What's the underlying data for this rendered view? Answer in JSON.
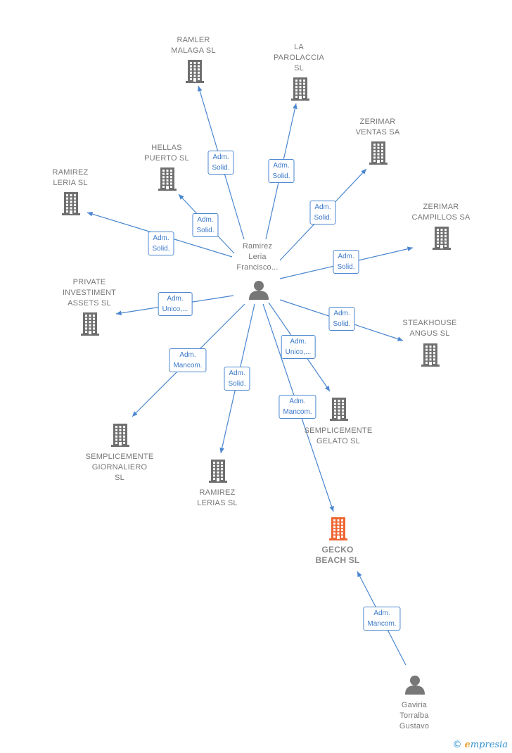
{
  "colors": {
    "edge": "#4a86d0",
    "building": "#6f6f6f",
    "building_highlight": "#ee6633",
    "person": "#777777"
  },
  "nodes": [
    {
      "id": "ramler",
      "type": "company",
      "lines": [
        "RAMLER",
        "MALAGA  SL"
      ]
    },
    {
      "id": "laparolaccia",
      "type": "company",
      "lines": [
        "LA",
        "PAROLACCIA",
        "SL"
      ]
    },
    {
      "id": "zerimar_ventas",
      "type": "company",
      "lines": [
        "ZERIMAR",
        "VENTAS SA"
      ]
    },
    {
      "id": "hellas",
      "type": "company",
      "lines": [
        "HELLAS",
        "PUERTO SL"
      ]
    },
    {
      "id": "ramirez_leria",
      "type": "company",
      "lines": [
        "RAMIREZ",
        "LERIA  SL"
      ]
    },
    {
      "id": "zerimar_campillos",
      "type": "company",
      "lines": [
        "ZERIMAR",
        "CAMPILLOS SA"
      ]
    },
    {
      "id": "private_inv",
      "type": "company",
      "lines": [
        "PRIVATE",
        "INVESTIMENT",
        "ASSETS  SL"
      ]
    },
    {
      "id": "steakhouse",
      "type": "company",
      "lines": [
        "STEAKHOUSE",
        "ANGUS  SL"
      ]
    },
    {
      "id": "sempl_gelato",
      "type": "company",
      "lines": [
        "SEMPLICEMENTE",
        "GELATO  SL"
      ]
    },
    {
      "id": "sempl_giorn",
      "type": "company",
      "lines": [
        "SEMPLICEMENTE",
        "GIORNALIERO",
        "SL"
      ]
    },
    {
      "id": "ramirez_lerias",
      "type": "company",
      "lines": [
        "RAMIREZ",
        "LERIAS SL"
      ]
    },
    {
      "id": "gecko",
      "type": "company",
      "highlight": true,
      "lines": [
        "GECKO",
        "BEACH  SL"
      ]
    },
    {
      "id": "ramirez_person",
      "type": "person",
      "lines": [
        "Ramirez",
        "Leria",
        "Francisco..."
      ]
    },
    {
      "id": "gaviria",
      "type": "person",
      "lines": [
        "Gaviria",
        "Torralba",
        "Gustavo"
      ]
    }
  ],
  "edges": [
    {
      "from": "ramirez_person",
      "to": "ramler",
      "label": [
        "Adm.",
        "Solid."
      ]
    },
    {
      "from": "ramirez_person",
      "to": "laparolaccia",
      "label": [
        "Adm.",
        "Solid."
      ]
    },
    {
      "from": "ramirez_person",
      "to": "zerimar_ventas",
      "label": [
        "Adm.",
        "Solid."
      ]
    },
    {
      "from": "ramirez_person",
      "to": "hellas",
      "label": [
        "Adm.",
        "Solid."
      ]
    },
    {
      "from": "ramirez_person",
      "to": "ramirez_leria",
      "label": [
        "Adm.",
        "Solid."
      ]
    },
    {
      "from": "ramirez_person",
      "to": "zerimar_campillos",
      "label": [
        "Adm.",
        "Solid."
      ]
    },
    {
      "from": "ramirez_person",
      "to": "private_inv",
      "label": [
        "Adm.",
        "Unico,..."
      ]
    },
    {
      "from": "ramirez_person",
      "to": "steakhouse",
      "label": [
        "Adm.",
        "Solid."
      ]
    },
    {
      "from": "ramirez_person",
      "to": "sempl_gelato",
      "label": [
        "Adm.",
        "Unico,..."
      ]
    },
    {
      "from": "ramirez_person",
      "to": "sempl_giorn",
      "label": [
        "Adm.",
        "Mancom."
      ]
    },
    {
      "from": "ramirez_person",
      "to": "ramirez_lerias",
      "label": [
        "Adm.",
        "Solid."
      ]
    },
    {
      "from": "ramirez_person",
      "to": "gecko",
      "label": [
        "Adm.",
        "Mancom."
      ]
    },
    {
      "from": "gaviria",
      "to": "gecko",
      "label": [
        "Adm.",
        "Mancom."
      ]
    }
  ],
  "footer": {
    "copyright_symbol": "©",
    "brand_initial": "e",
    "brand_rest": "mpresia"
  }
}
